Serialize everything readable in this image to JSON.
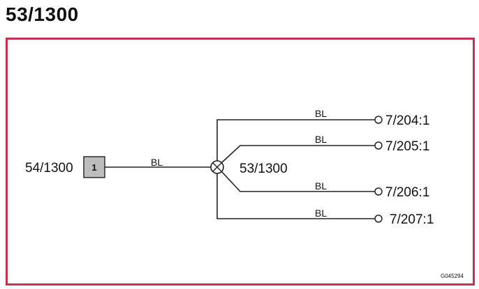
{
  "title": "53/1300",
  "connector": {
    "label": "54/1300",
    "pin": "1"
  },
  "splice": {
    "label": "53/1300"
  },
  "wires": [
    {
      "color_code": "BL",
      "target": "7/204:1"
    },
    {
      "color_code": "BL",
      "target": "7/205:1"
    },
    {
      "color_code": "BL",
      "target": "7/206:1"
    },
    {
      "color_code": "BL",
      "target": "7/207:1"
    }
  ],
  "input_wire": {
    "color_code": "BL"
  },
  "reference_code": "G045294",
  "colors": {
    "frame": "#c8304f",
    "connector_fill": "#bdbdbd",
    "wire": "#222222"
  }
}
